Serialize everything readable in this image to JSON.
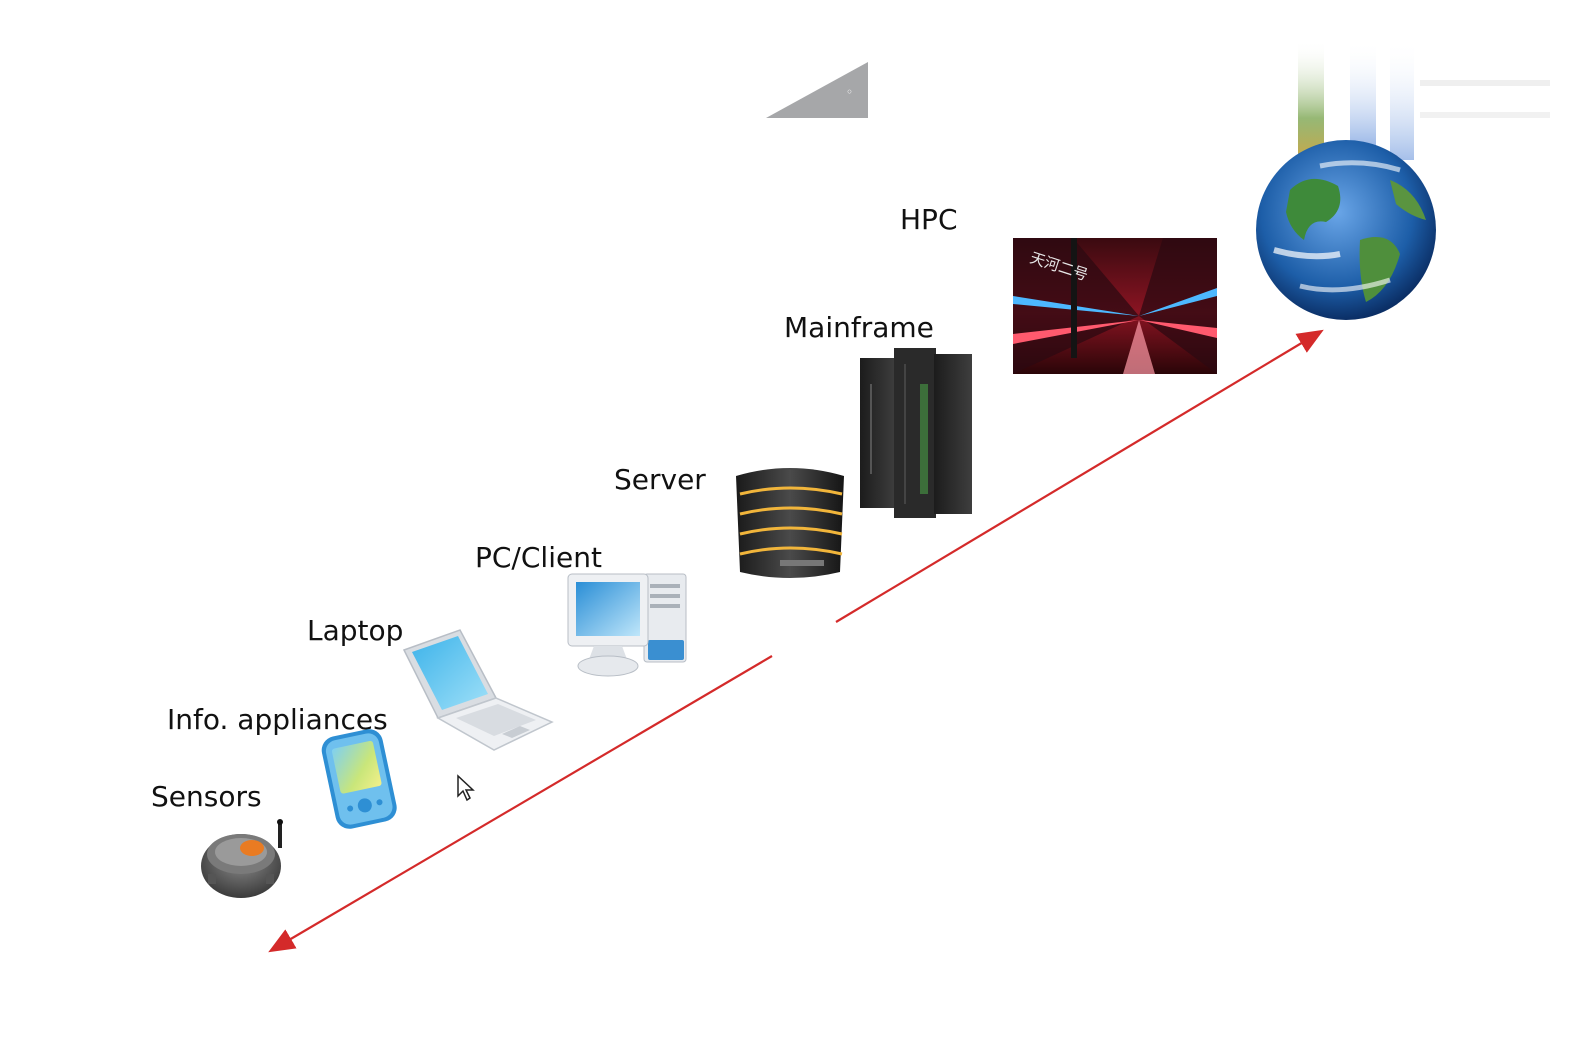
{
  "diagram": {
    "labels": {
      "sensors": "Sensors",
      "info_appliances": "Info. appliances",
      "laptop": "Laptop",
      "pc_client": "PC/Client",
      "server": "Server",
      "mainframe": "Mainframe",
      "hpc": "HPC"
    },
    "hpc_sign_text": "天河二号",
    "icons": {
      "sensors": "sensor-device-icon",
      "info_appliances": "pda-icon",
      "laptop": "laptop-icon",
      "pc_client": "desktop-pc-icon",
      "server": "server-icon",
      "mainframe": "mainframe-icon",
      "hpc": "supercomputer-photo",
      "globe": "earth-globe-icon"
    },
    "colors": {
      "arrow": "#d42a2a",
      "overlay_triangle": "#a6a7a9"
    }
  }
}
